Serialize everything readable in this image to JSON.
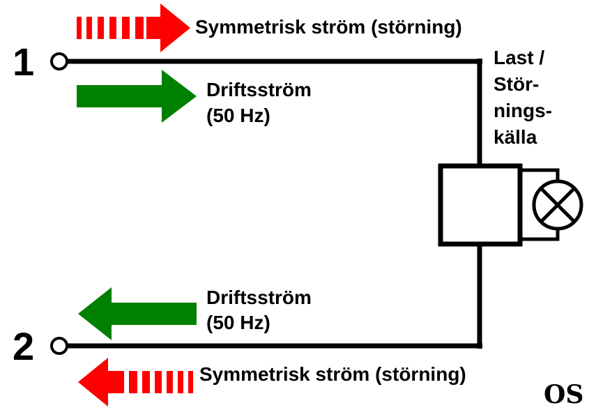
{
  "terminals": {
    "top": "1",
    "bottom": "2"
  },
  "top": {
    "disturbance_label": "Symmetrisk ström (störning)",
    "operating_label_line1": "Driftsström",
    "operating_label_line2": "(50 Hz)"
  },
  "bottom": {
    "disturbance_label": "Symmetrisk ström (störning)",
    "operating_label_line1": "Driftsström",
    "operating_label_line2": "(50 Hz)"
  },
  "load": {
    "label_lines": [
      "Last /",
      "Stör-",
      "nings-",
      "källa"
    ]
  },
  "signature": "OS",
  "colors": {
    "disturbance_arrow": "#ff0000",
    "operating_arrow": "#008000",
    "wire": "#000000"
  },
  "icons": {
    "lamp": "lamp-icon",
    "disturbance_arrow": "dashed-arrow-icon",
    "operating_arrow": "solid-arrow-icon"
  }
}
